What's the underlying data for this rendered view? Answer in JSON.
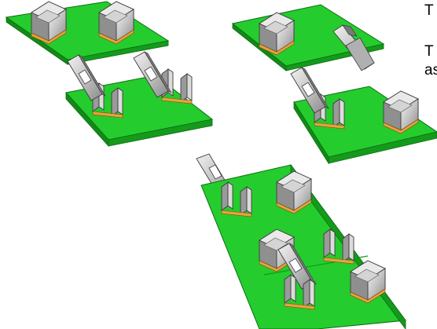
{
  "text_fragments": [
    "T",
    "T",
    "as"
  ],
  "colors": {
    "pcb": "#25cc2e",
    "pcb_edge": "#159a1c",
    "pcb_dark": "#0d6f13",
    "pad": "#e5a33a",
    "metal": "#bdbdbd",
    "metal_light": "#e9e9e9",
    "metal_dark": "#6e6e6e",
    "outline": "#3c3c3c"
  },
  "icons": [
    "pcb-board",
    "spring-clip",
    "connector-link-strip"
  ]
}
